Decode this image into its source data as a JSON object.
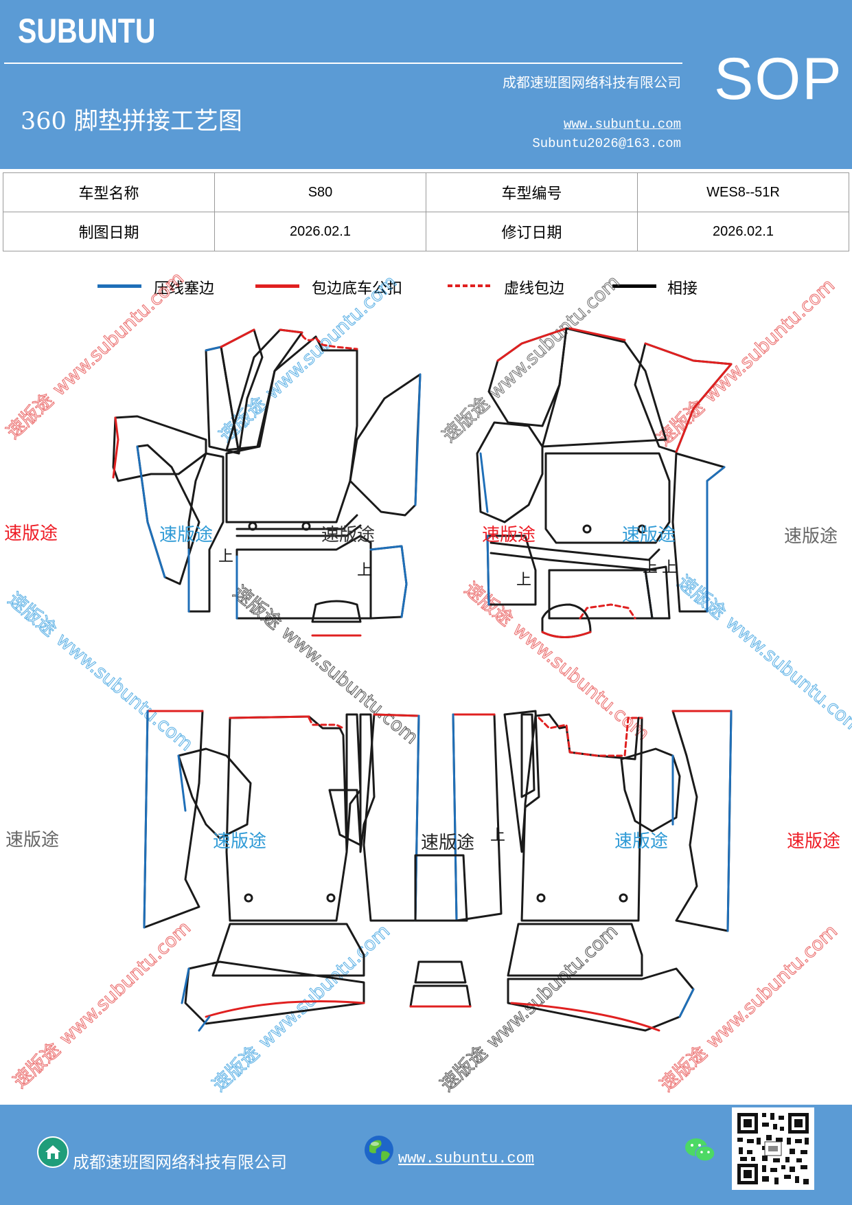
{
  "header": {
    "brand": "SUBUNTU",
    "company": "成都速班图网络科技有限公司",
    "website": "www.subuntu.com",
    "email": "Subuntu2026@163.com",
    "title": "360 脚垫拼接工艺图",
    "badge": "SOP"
  },
  "info_table": {
    "rows": [
      [
        {
          "label": "车型名称"
        },
        {
          "value": "S80"
        },
        {
          "label": "车型编号"
        },
        {
          "value": "WES8--51R"
        }
      ],
      [
        {
          "label": "制图日期"
        },
        {
          "value": "2026.02.1"
        },
        {
          "label": "修订日期"
        },
        {
          "value": "2026.02.1"
        }
      ]
    ]
  },
  "legend": [
    {
      "label": "压线塞边",
      "color": "#1f6fb8",
      "style": "solid"
    },
    {
      "label": "包边底车公扣",
      "color": "#e02020",
      "style": "solid"
    },
    {
      "label": "虚线包边",
      "color": "#e02020",
      "style": "dashed"
    },
    {
      "label": "相接",
      "color": "#000000",
      "style": "solid"
    }
  ],
  "brand_labels": {
    "text": "速版途",
    "red": "#ee1c25",
    "blue": "#2e9ad6",
    "gray": "#666666"
  },
  "up_marker": "上",
  "watermark": {
    "brand": "速版途",
    "site": "www.subuntu.com"
  },
  "footer": {
    "company": "成都速班图网络科技有限公司",
    "website": "www.subuntu.com"
  },
  "colors": {
    "header_bg": "#5b9bd5",
    "blue_edge": "#1f6fb8",
    "red_edge": "#e02020",
    "seam": "#1a1a1a"
  }
}
